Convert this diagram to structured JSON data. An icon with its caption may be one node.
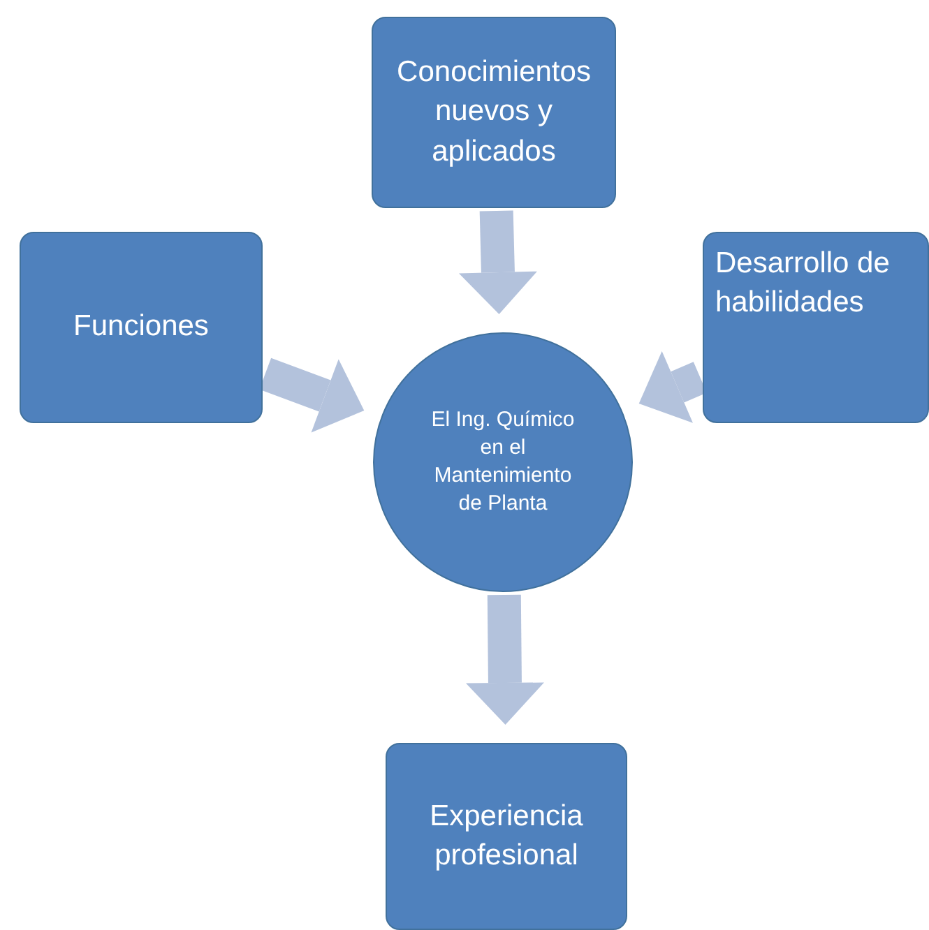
{
  "diagram": {
    "nodes": [
      {
        "text": [
          "Conocimientos nuevos y aplicados"
        ]
      },
      {
        "text": [
          "Funciones"
        ]
      },
      {
        "text": [
          "El Ing. Químico en el Mantenimiento de Planta"
        ]
      },
      {
        "text": [
          "Desarrollo de habilidades"
        ]
      },
      {
        "text": [
          "Experiencia profesional"
        ]
      }
    ],
    "edges": [
      {
        "from": 0,
        "to": 2,
        "arrow": "to"
      },
      {
        "from": 1,
        "to": 2,
        "arrow": "to"
      },
      {
        "from": 3,
        "to": 2,
        "arrow": "to"
      },
      {
        "from": 2,
        "to": 4,
        "arrow": "to"
      }
    ]
  }
}
